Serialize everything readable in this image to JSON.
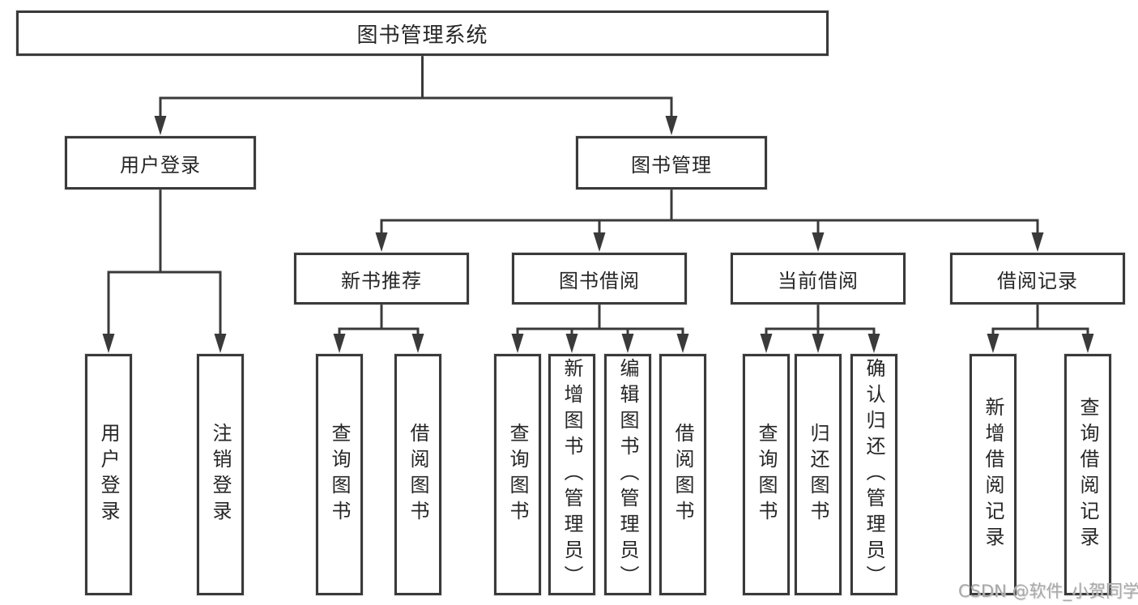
{
  "diagram": {
    "root": {
      "label": "图书管理系统"
    },
    "branches": [
      {
        "label": "用户登录",
        "children": [
          {
            "label": "用户登录"
          },
          {
            "label": "注销登录"
          }
        ]
      },
      {
        "label": "图书管理",
        "children": [
          {
            "label": "新书推荐",
            "children": [
              {
                "label": "查询图书"
              },
              {
                "label": "借阅图书"
              }
            ]
          },
          {
            "label": "图书借阅",
            "children": [
              {
                "label": "查询图书"
              },
              {
                "label": "新增图书（管理员）"
              },
              {
                "label": "编辑图书（管理员）"
              },
              {
                "label": "借阅图书"
              }
            ]
          },
          {
            "label": "当前借阅",
            "children": [
              {
                "label": "查询图书"
              },
              {
                "label": "归还图书"
              },
              {
                "label": "确认归还（管理员）"
              }
            ]
          },
          {
            "label": "借阅记录",
            "children": [
              {
                "label": "新增借阅记录"
              },
              {
                "label": "查询借阅记录"
              }
            ]
          }
        ]
      }
    ]
  },
  "watermark": "CSDN @软件_小贺同学",
  "colors": {
    "line": "#3a3a3a",
    "text": "#262626",
    "box_background": "#ffffff",
    "page_background": "#ffffff",
    "watermark": "#a8a8a8"
  }
}
